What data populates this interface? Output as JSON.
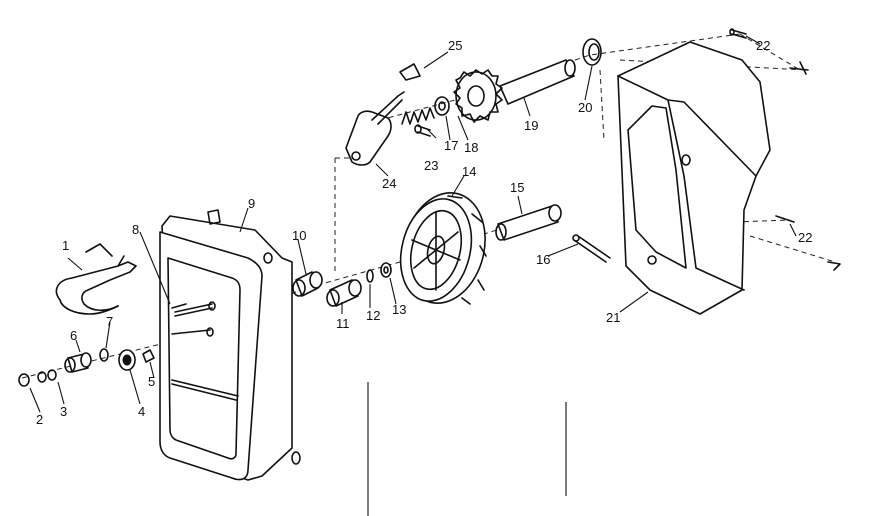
{
  "callouts": [
    {
      "id": "1",
      "text": "1"
    },
    {
      "id": "2",
      "text": "2"
    },
    {
      "id": "3",
      "text": "3"
    },
    {
      "id": "4",
      "text": "4"
    },
    {
      "id": "5",
      "text": "5"
    },
    {
      "id": "6",
      "text": "6"
    },
    {
      "id": "7",
      "text": "7"
    },
    {
      "id": "8",
      "text": "8"
    },
    {
      "id": "9",
      "text": "9"
    },
    {
      "id": "10",
      "text": "10"
    },
    {
      "id": "11",
      "text": "11"
    },
    {
      "id": "12",
      "text": "12"
    },
    {
      "id": "13",
      "text": "13"
    },
    {
      "id": "14",
      "text": "14"
    },
    {
      "id": "15",
      "text": "15"
    },
    {
      "id": "16",
      "text": "16"
    },
    {
      "id": "17",
      "text": "17"
    },
    {
      "id": "18",
      "text": "18"
    },
    {
      "id": "19",
      "text": "19"
    },
    {
      "id": "20",
      "text": "20"
    },
    {
      "id": "21",
      "text": "21"
    },
    {
      "id": "22a",
      "text": "22"
    },
    {
      "id": "22b",
      "text": "22"
    },
    {
      "id": "23",
      "text": "23"
    },
    {
      "id": "24",
      "text": "24"
    },
    {
      "id": "25",
      "text": "25"
    }
  ]
}
